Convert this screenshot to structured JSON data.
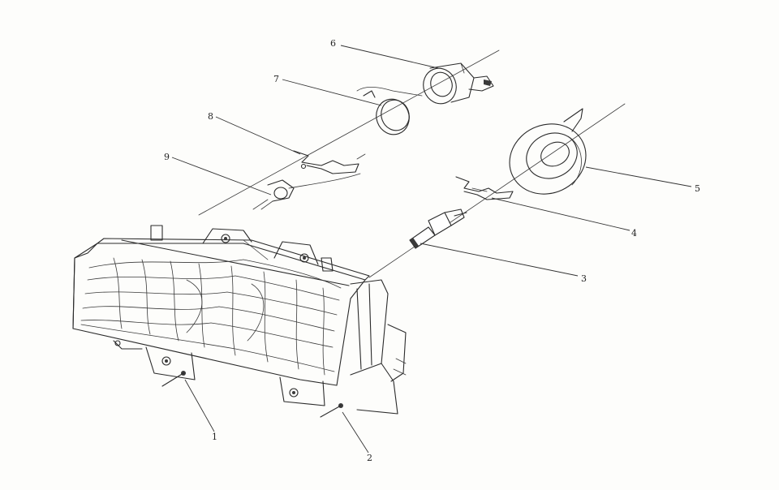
{
  "callouts": [
    {
      "id": "c1",
      "label": "1"
    },
    {
      "id": "c2",
      "label": "2"
    },
    {
      "id": "c3",
      "label": "3"
    },
    {
      "id": "c4",
      "label": "4"
    },
    {
      "id": "c5",
      "label": "5"
    },
    {
      "id": "c6",
      "label": "6"
    },
    {
      "id": "c7",
      "label": "7"
    },
    {
      "id": "c8",
      "label": "8"
    },
    {
      "id": "c9",
      "label": "9"
    }
  ],
  "parts": [
    {
      "callout": "1",
      "icon": "screw-icon"
    },
    {
      "callout": "2",
      "icon": "screw-icon"
    },
    {
      "callout": "3",
      "icon": "bulb-icon"
    },
    {
      "callout": "4",
      "icon": "retaining-clip-icon"
    },
    {
      "callout": "5",
      "icon": "dust-cover-icon"
    },
    {
      "callout": "6",
      "icon": "bulb-socket-icon"
    },
    {
      "callout": "7",
      "icon": "seal-ring-icon"
    },
    {
      "callout": "8",
      "icon": "spring-clip-icon"
    },
    {
      "callout": "9",
      "icon": "wire-connector-icon"
    }
  ]
}
